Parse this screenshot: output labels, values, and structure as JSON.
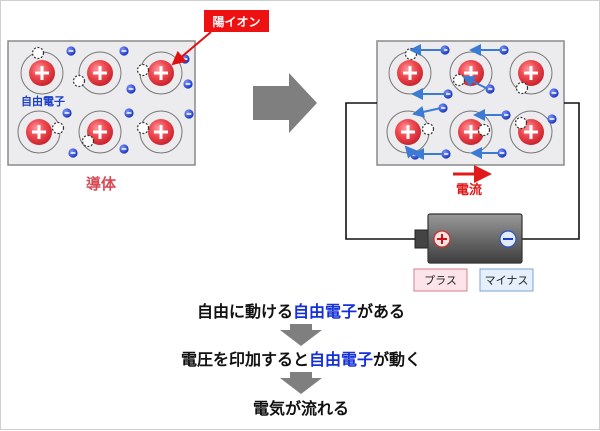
{
  "labels": {
    "cation": "陽イオン",
    "free_electron": "自由電子",
    "conductor": "導体",
    "current": "電流",
    "plus": "プラス",
    "minus": "マイナス"
  },
  "steps": [
    {
      "pre": "自由に動ける",
      "hl": "自由電子",
      "post": "がある"
    },
    {
      "pre": "電圧を印加すると",
      "hl": "自由電子",
      "post": "が動く"
    },
    {
      "pre": "電気が流れる",
      "hl": "",
      "post": ""
    }
  ],
  "colors": {
    "ion_red": "#e33b44",
    "electron_blue": "#1d3fc6",
    "arrow_blue": "#3b7bd4",
    "current_red": "#e01a1a",
    "callout_red": "#ee1111",
    "panel_fill": "#ececef",
    "process_arrow": "#7f7f7f"
  }
}
